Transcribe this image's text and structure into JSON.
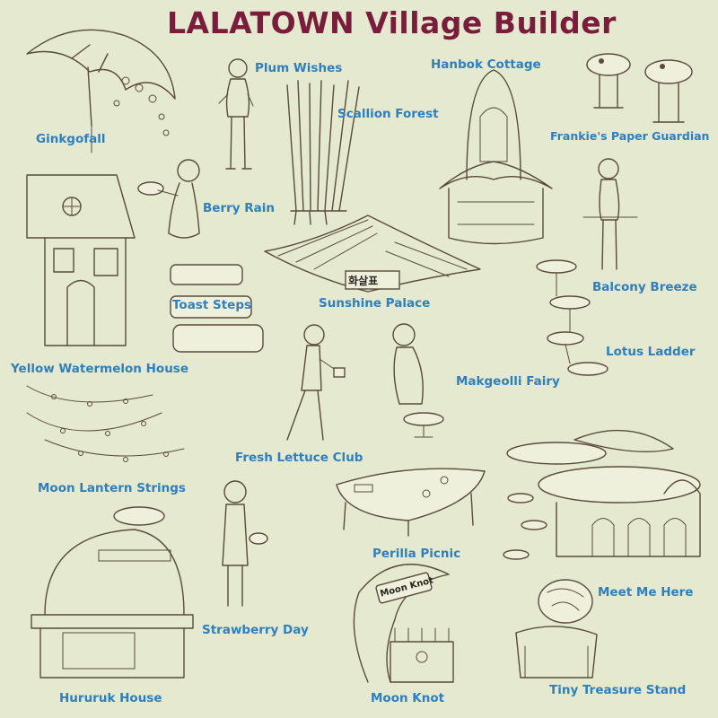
{
  "header": {
    "title": "LALATOWN Village Builder"
  },
  "items": [
    {
      "id": "ginkgofall",
      "label": "Ginkgofall"
    },
    {
      "id": "plum-wishes",
      "label": "Plum Wishes"
    },
    {
      "id": "scallion-forest",
      "label": "Scallion Forest"
    },
    {
      "id": "hanbok-cottage",
      "label": "Hanbok Cottage"
    },
    {
      "id": "frankies-paper-guardian",
      "label": "Frankie's Paper Guardian"
    },
    {
      "id": "berry-rain",
      "label": "Berry Rain"
    },
    {
      "id": "sunshine-palace",
      "label": "Sunshine Palace",
      "sign": "화살표"
    },
    {
      "id": "balcony-breeze",
      "label": "Balcony Breeze"
    },
    {
      "id": "toast-steps",
      "label": "Toast Steps"
    },
    {
      "id": "lotus-ladder",
      "label": "Lotus Ladder"
    },
    {
      "id": "yellow-watermelon-house",
      "label": "Yellow Watermelon House"
    },
    {
      "id": "makgeolli-fairy",
      "label": "Makgeolli Fairy"
    },
    {
      "id": "fresh-lettuce-club",
      "label": "Fresh Lettuce Club"
    },
    {
      "id": "moon-lantern-strings",
      "label": "Moon Lantern Strings"
    },
    {
      "id": "perilla-picnic",
      "label": "Perilla Picnic"
    },
    {
      "id": "meet-me-here",
      "label": "Meet Me Here"
    },
    {
      "id": "strawberry-day",
      "label": "Strawberry Day"
    },
    {
      "id": "hururuk-house",
      "label": "Hururuk House"
    },
    {
      "id": "moon-knot",
      "label": "Moon Knot",
      "sign": "Moon Knot"
    },
    {
      "id": "tiny-treasure-stand",
      "label": "Tiny Treasure Stand"
    }
  ],
  "colors": {
    "background": "#e4e9cf",
    "title": "#7a1d3c",
    "label": "#2f7fbf",
    "ink": "#5a4a3c"
  }
}
